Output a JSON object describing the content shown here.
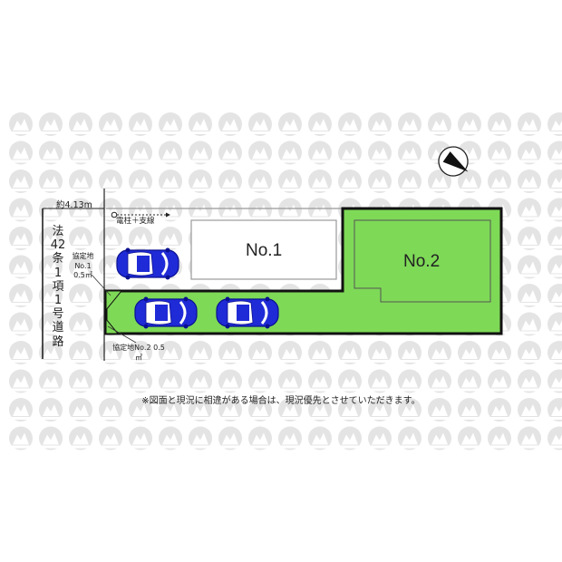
{
  "lots": {
    "lot1_label": "No.1",
    "lot2_label": "No.2"
  },
  "road": {
    "label": "法42条1項1号道路",
    "width_label": "約4.13m"
  },
  "utility": {
    "pole_label": "電柱＋支線"
  },
  "agreement": {
    "area1": "協定地No.1 0.5㎡",
    "area2": "協定地No.2 0.5㎡"
  },
  "note": "※図面と現況に相違がある場合は、現況優先とさせていただきます。",
  "colors": {
    "lot2_fill": "#7ed957",
    "boundary": "#111111",
    "car_body": "#1f2bd6",
    "watermark": "#e4e4e4"
  },
  "icons": {
    "compass": "north-arrow-icon",
    "car": "car-icon",
    "watermark": "logo-watermark"
  }
}
